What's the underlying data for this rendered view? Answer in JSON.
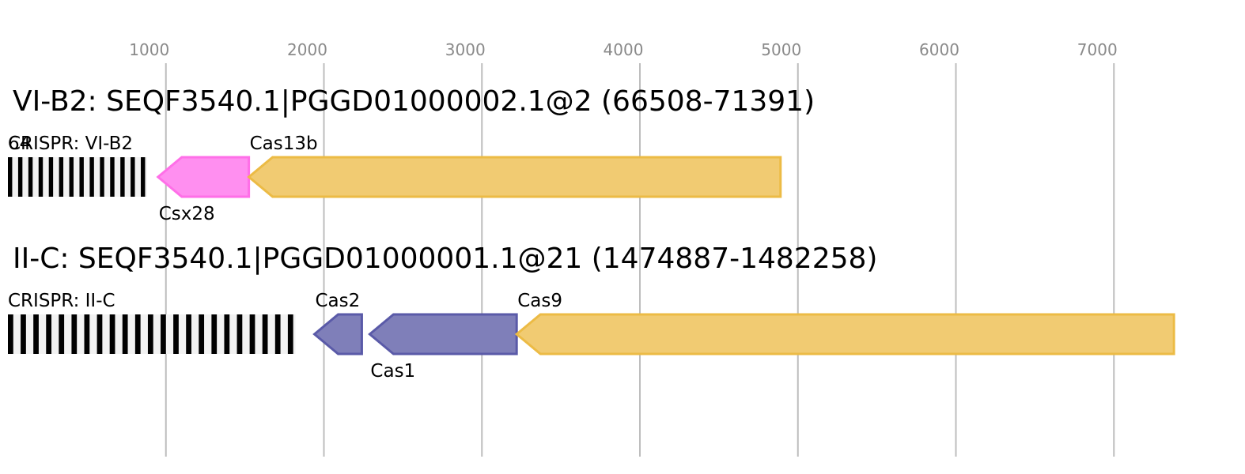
{
  "axis": {
    "ticks": [
      1000,
      2000,
      3000,
      4000,
      5000,
      6000,
      7000
    ]
  },
  "loci": [
    {
      "title": "VI-B2: SEQF3540.1|PGGD01000002.1@2 (66508-71391)",
      "array": {
        "label": "CRISPR: VI-B2",
        "overlay_label": "64",
        "start": 0,
        "end": 880,
        "stripes": 14
      },
      "genes": [
        {
          "name": "Csx28",
          "start": 950,
          "end": 1525,
          "strand": "-",
          "color": "#ff8ff0",
          "stroke": "#ff6fe8",
          "label_pos": "below"
        },
        {
          "name": "Cas13b",
          "start": 1525,
          "end": 4890,
          "strand": "-",
          "color": "#f1cb72",
          "stroke": "#ecbb45",
          "label_pos": "above"
        }
      ]
    },
    {
      "title": "II-C: SEQF3540.1|PGGD01000001.1@21 (1474887-1482258)",
      "array": {
        "label": "CRISPR: II-C",
        "start": 0,
        "end": 1820,
        "stripes": 23
      },
      "genes": [
        {
          "name": "Cas2",
          "start": 1940,
          "end": 2240,
          "strand": "-",
          "color": "#7f7fb9",
          "stroke": "#5a5aa8",
          "label_pos": "above"
        },
        {
          "name": "Cas1",
          "start": 2290,
          "end": 3220,
          "strand": "-",
          "color": "#7f7fb9",
          "stroke": "#5a5aa8",
          "label_pos": "below"
        },
        {
          "name": "Cas9",
          "start": 3220,
          "end": 7380,
          "strand": "-",
          "color": "#f1cb72",
          "stroke": "#ecbb45",
          "label_pos": "above"
        }
      ]
    }
  ]
}
